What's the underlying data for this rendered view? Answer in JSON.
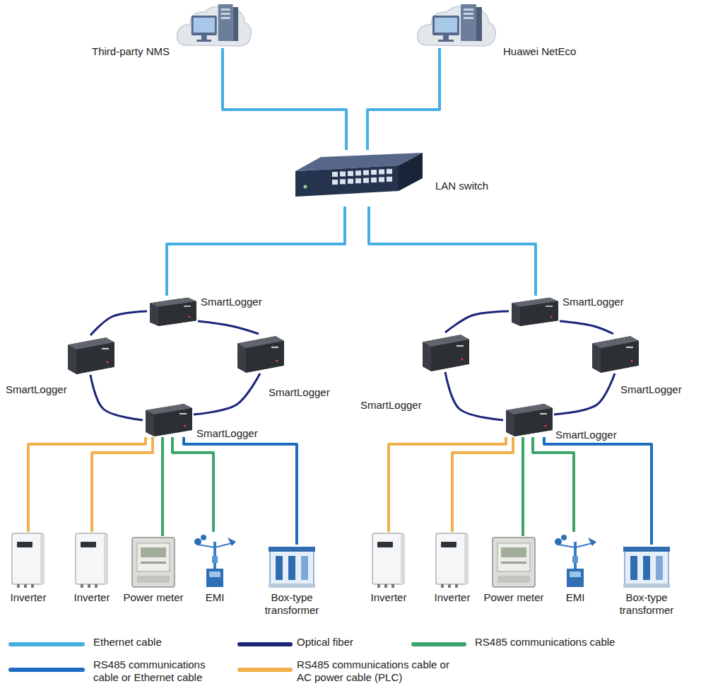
{
  "diagram": {
    "nodes": [
      {
        "text": [
          "Third-party NMS"
        ]
      },
      {
        "text": [
          "Huawei NetEco"
        ]
      },
      {
        "text": [
          "LAN switch"
        ]
      },
      {
        "text": [
          "SmartLogger"
        ]
      },
      {
        "text": [
          "SmartLogger"
        ]
      },
      {
        "text": [
          "SmartLogger"
        ]
      },
      {
        "text": [
          "SmartLogger"
        ]
      },
      {
        "text": [
          "SmartLogger"
        ]
      },
      {
        "text": [
          "SmartLogger"
        ]
      },
      {
        "text": [
          "SmartLogger"
        ]
      },
      {
        "text": [
          "SmartLogger"
        ]
      },
      {
        "text": [
          "Inverter"
        ]
      },
      {
        "text": [
          "Inverter"
        ]
      },
      {
        "text": [
          "Power meter"
        ]
      },
      {
        "text": [
          "EMI"
        ]
      },
      {
        "text": [
          "Box-type transformer"
        ]
      },
      {
        "text": [
          "Inverter"
        ]
      },
      {
        "text": [
          "Inverter"
        ]
      },
      {
        "text": [
          "Power meter"
        ]
      },
      {
        "text": [
          "EMI"
        ]
      },
      {
        "text": [
          "Box-type transformer"
        ]
      }
    ],
    "edges": [
      {
        "from": 0,
        "to": 2,
        "arrow": "none"
      },
      {
        "from": 1,
        "to": 2,
        "arrow": "none"
      },
      {
        "from": 2,
        "to": 3,
        "arrow": "none"
      },
      {
        "from": 2,
        "to": 7,
        "arrow": "none"
      },
      {
        "from": 3,
        "to": 5,
        "arrow": "none"
      },
      {
        "from": 5,
        "to": 6,
        "arrow": "none"
      },
      {
        "from": 6,
        "to": 4,
        "arrow": "none"
      },
      {
        "from": 4,
        "to": 3,
        "arrow": "none"
      },
      {
        "from": 7,
        "to": 9,
        "arrow": "none"
      },
      {
        "from": 9,
        "to": 10,
        "arrow": "none"
      },
      {
        "from": 10,
        "to": 8,
        "arrow": "none"
      },
      {
        "from": 8,
        "to": 7,
        "arrow": "none"
      },
      {
        "from": 6,
        "to": 11,
        "arrow": "none"
      },
      {
        "from": 6,
        "to": 12,
        "arrow": "none"
      },
      {
        "from": 6,
        "to": 13,
        "arrow": "none"
      },
      {
        "from": 6,
        "to": 14,
        "arrow": "none"
      },
      {
        "from": 6,
        "to": 15,
        "arrow": "none"
      },
      {
        "from": 10,
        "to": 16,
        "arrow": "none"
      },
      {
        "from": 10,
        "to": 17,
        "arrow": "none"
      },
      {
        "from": 10,
        "to": 18,
        "arrow": "none"
      },
      {
        "from": 10,
        "to": 19,
        "arrow": "none"
      },
      {
        "from": 10,
        "to": 20,
        "arrow": "none"
      }
    ],
    "legend": [
      {
        "text": "Ethernet cable",
        "color": "#45aee3"
      },
      {
        "text": "Optical fiber",
        "color": "#1c2679"
      },
      {
        "text": "RS485 communications cable",
        "color": "#3aa66b"
      },
      {
        "text": "RS485 communications cable or Ethernet cable",
        "color": "#1d6cbf"
      },
      {
        "text": "RS485 communications cable or AC power cable (PLC)",
        "color": "#f2b04d"
      }
    ]
  }
}
